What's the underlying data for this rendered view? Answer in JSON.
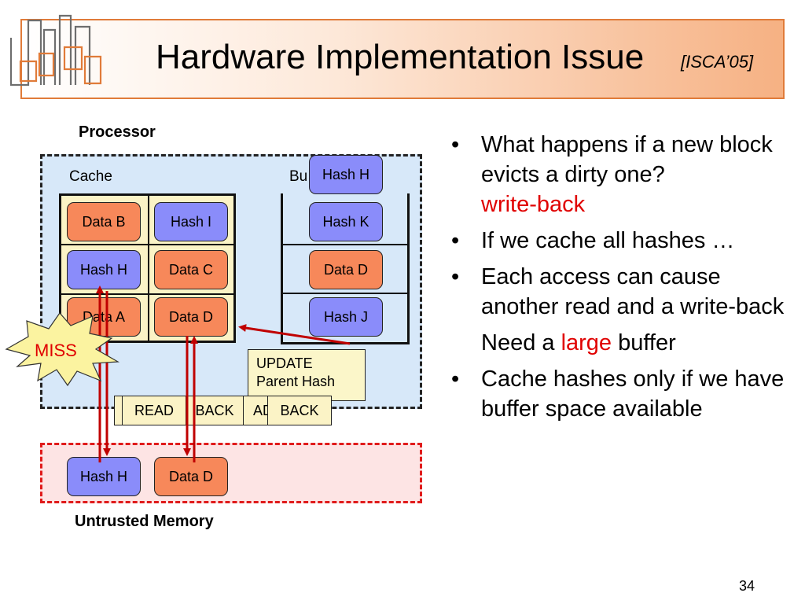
{
  "title": {
    "main": "Hardware Implementation Issue",
    "cite": "[ISCA’05]"
  },
  "diagram": {
    "processor_label": "Processor",
    "cache_label": "Cache",
    "buffer_label": "Bu",
    "memory_label": "Untrusted Memory",
    "cache_blocks": [
      {
        "label": "Data B",
        "kind": "data"
      },
      {
        "label": "Hash I",
        "kind": "hash"
      },
      {
        "label": "Hash H",
        "kind": "hash"
      },
      {
        "label": "Data C",
        "kind": "data"
      },
      {
        "label": "Data A",
        "kind": "data"
      },
      {
        "label": "Data D",
        "kind": "data"
      }
    ],
    "buffer_blocks": [
      {
        "label": "Hash K",
        "kind": "hash"
      },
      {
        "label": "Data D",
        "kind": "data"
      },
      {
        "label": "Hash J",
        "kind": "hash"
      }
    ],
    "floating_hash": "Hash H",
    "memory_blocks": [
      {
        "label": "Hash H",
        "kind": "hash"
      },
      {
        "label": "Data D",
        "kind": "data"
      }
    ],
    "miss_label": "MISS",
    "update_line1": "UPDATE",
    "update_line2": "Parent Hash",
    "ops": [
      "READ",
      "BACK",
      "AD",
      "BACK"
    ],
    "colors": {
      "data": "#f7885a",
      "hash": "#8a8cfa",
      "arrow": "#c00000",
      "miss_fill": "#fbf3a0"
    }
  },
  "bullets": {
    "b1_text": "What happens if a new block evicts a dirty one?",
    "b1_arrow": "",
    "b1_red": " write-back",
    "b2": "If we cache all hashes …",
    "b3": "Each access can cause another read and a write-back",
    "sub_arrow": "",
    "sub_pre": " Need a ",
    "sub_red": "large",
    "sub_post": " buffer",
    "b4": "Cache hashes only if we have buffer space available",
    "bullet_glyph": "•"
  },
  "page_number": "34"
}
